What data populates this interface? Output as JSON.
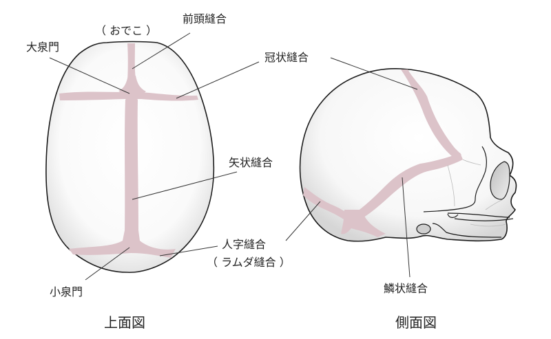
{
  "figure": {
    "top_view": {
      "caption": "上面図",
      "labels": {
        "forehead": "（ おでこ ）",
        "frontal_suture": "前頭縫合",
        "anterior_fontanelle": "大泉門",
        "coronal_suture": "冠状縫合",
        "sagittal_suture": "矢状縫合",
        "lambdoid_suture": "人字縫合",
        "lambdoid_suture_alt": "（ ラムダ縫合 ）",
        "posterior_fontanelle": "小泉門"
      }
    },
    "side_view": {
      "caption": "側面図",
      "labels": {
        "squamous_suture": "鱗状縫合"
      }
    },
    "colors": {
      "suture": "#dcc3c9",
      "outline": "#1a1a1a",
      "bone_shade": "#e6e6e6",
      "leader_line": "#333333"
    }
  }
}
